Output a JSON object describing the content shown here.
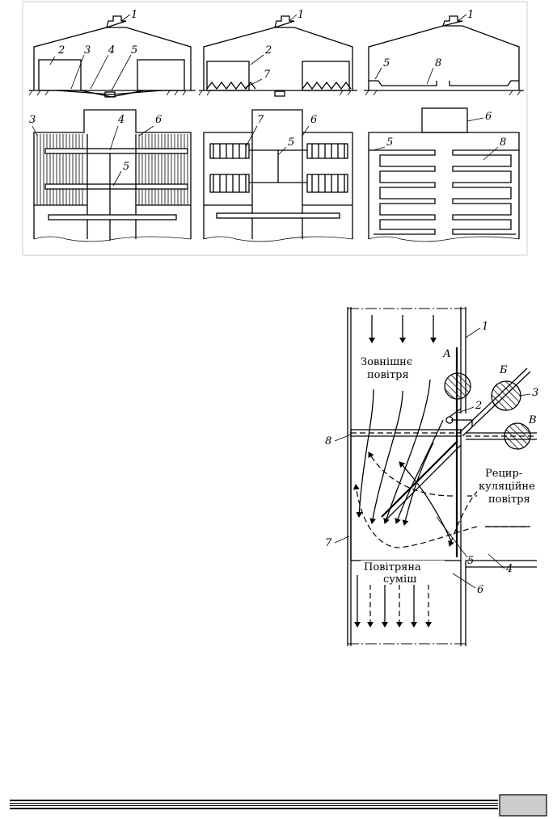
{
  "figure_top": {
    "labels": [
      "1",
      "2",
      "3",
      "4",
      "5",
      "6",
      "7",
      "8"
    ]
  },
  "figure_bottom": {
    "labels": [
      "1",
      "2",
      "3",
      "4",
      "5",
      "6",
      "7",
      "8"
    ],
    "letters": [
      "А",
      "Б",
      "В"
    ],
    "outside_air": [
      "Зовнішнє",
      "повітря"
    ],
    "recirc_air": [
      "Рецир-",
      "куляційне",
      "повітря"
    ],
    "mixture": [
      "Повітряна",
      "суміш"
    ]
  },
  "colors": {
    "ink": "#000000",
    "page_box": "#cccccc"
  }
}
